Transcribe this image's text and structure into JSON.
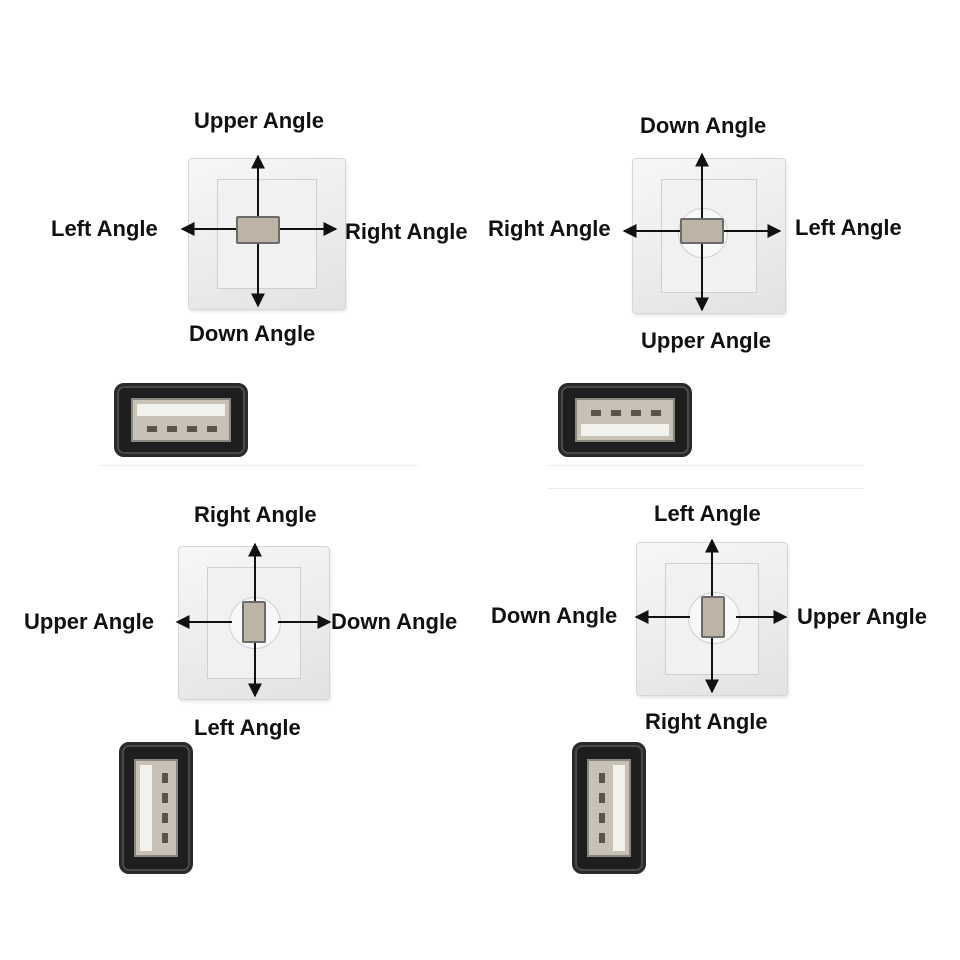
{
  "diagrams": [
    {
      "id": "top-left",
      "labels": {
        "top": "Upper Angle",
        "bottom": "Down Angle",
        "left": "Left Angle",
        "right": "Right Angle"
      },
      "port_orientation": "horizontal",
      "plug_tongue": "top"
    },
    {
      "id": "top-right",
      "labels": {
        "top": "Down Angle",
        "bottom": "Upper Angle",
        "left": "Right Angle",
        "right": "Left Angle"
      },
      "port_orientation": "horizontal",
      "plug_tongue": "bottom"
    },
    {
      "id": "bottom-left",
      "labels": {
        "top": "Right Angle",
        "bottom": "Left Angle",
        "left": "Upper Angle",
        "right": "Down Angle"
      },
      "port_orientation": "vertical",
      "plug_tongue": "left"
    },
    {
      "id": "bottom-right",
      "labels": {
        "top": "Left Angle",
        "bottom": "Right Angle",
        "left": "Down Angle",
        "right": "Upper Angle"
      },
      "port_orientation": "vertical",
      "plug_tongue": "right"
    }
  ],
  "colors": {
    "text": "#111111",
    "arrow": "#111111",
    "plate": "#efefef",
    "port": "#bdb4a6",
    "plug_shell": "#1e1e1e"
  }
}
